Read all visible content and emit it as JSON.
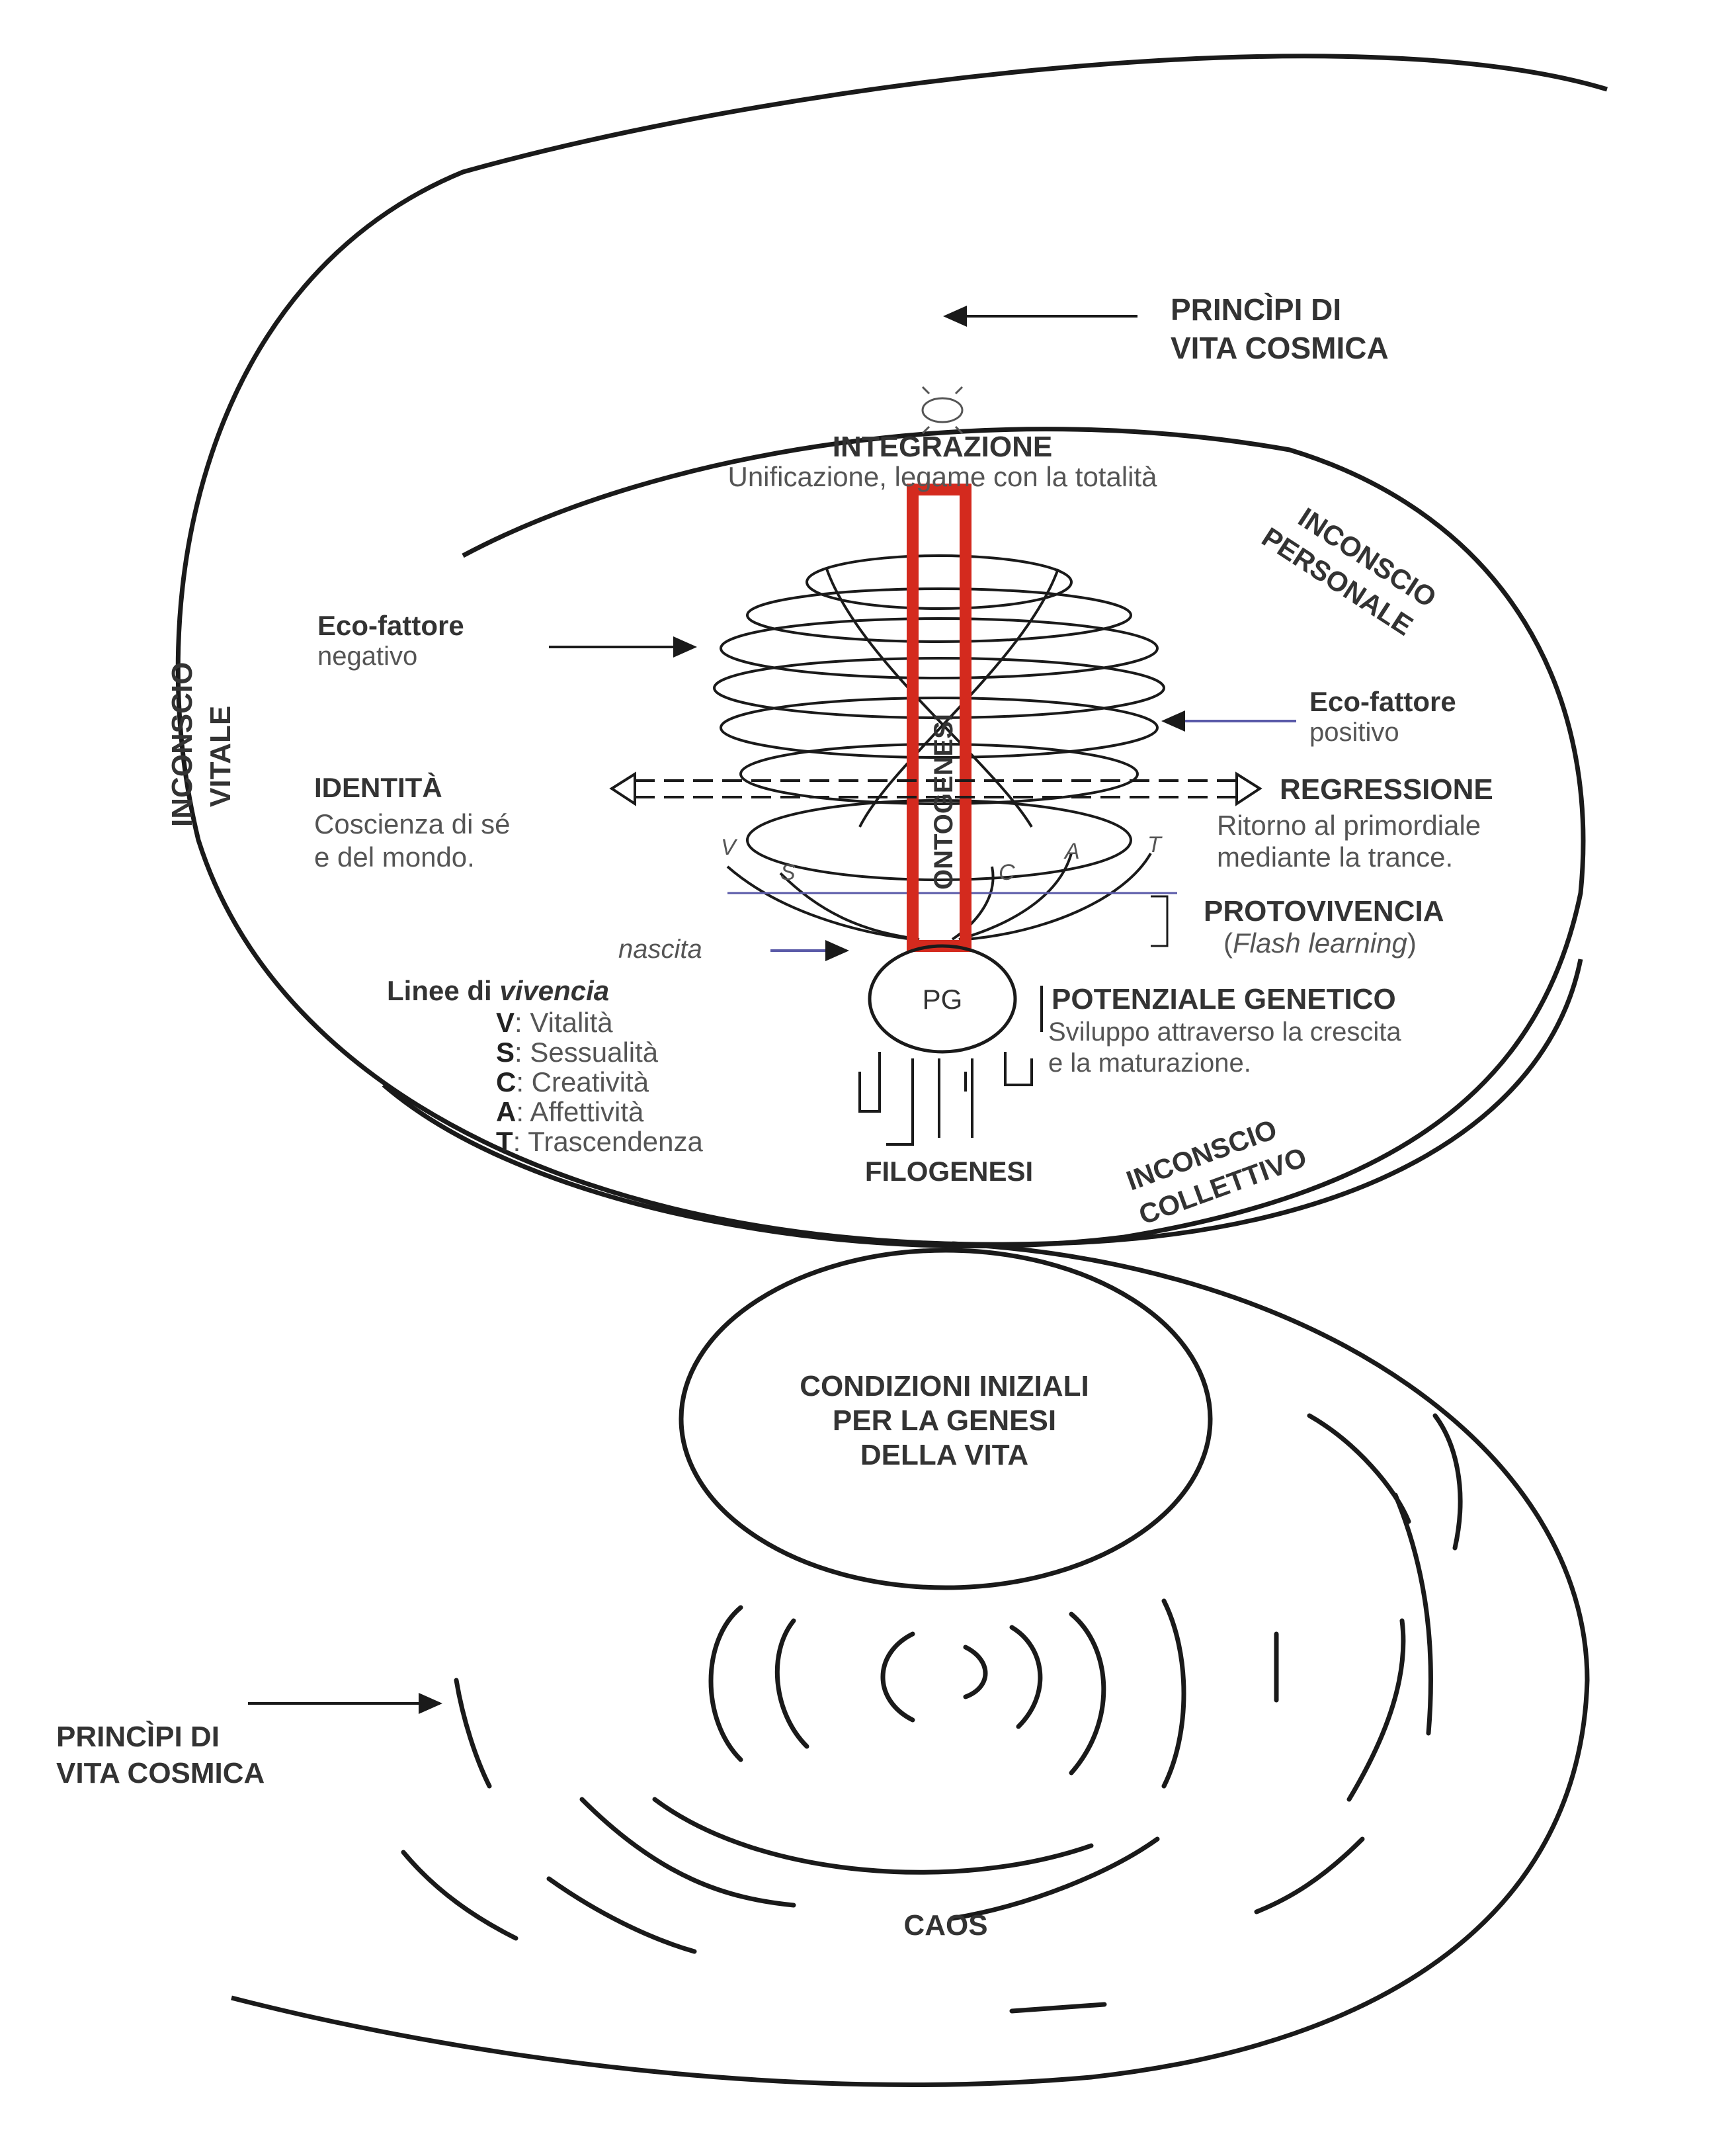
{
  "top_label": {
    "line1": "PRINCÌPI DI",
    "line2": "VITA COSMICA"
  },
  "bottom_label": {
    "line1": "PRINCÌPI DI",
    "line2": "VITA COSMICA"
  },
  "inconscio_vitale": {
    "line1": "INCONSCIO",
    "line2": "VITALE"
  },
  "inconscio_personale": {
    "line1": "INCONSCIO",
    "line2": "PERSONALE"
  },
  "inconscio_collettivo": {
    "line1": "INCONSCIO",
    "line2": "COLLETTIVO"
  },
  "integrazione": {
    "title": "INTEGRAZIONE",
    "subtitle": "Unificazione, legame con la totalità"
  },
  "eco_negativo": {
    "title": "Eco-fattore",
    "subtitle": "negativo"
  },
  "eco_positivo": {
    "title": "Eco-fattore",
    "subtitle": "positivo"
  },
  "identita": {
    "title": "IDENTITÀ",
    "line1": "Coscienza di sé",
    "line2": "e del mondo."
  },
  "regressione": {
    "title": "REGRESSIONE",
    "line1": "Ritorno al primordiale",
    "line2": "mediante la trance."
  },
  "ontogenesi": "ONTOGENESI",
  "protovivencia": {
    "title": "PROTOVIVENCIA",
    "open": "(",
    "italic": "Flash learning",
    "close": ")"
  },
  "nascita": "nascita",
  "curve_letters": [
    "V",
    "S",
    "C",
    "A",
    "T"
  ],
  "linee": {
    "title_plain": "Linee di ",
    "title_italic": "vivencia",
    "items": [
      {
        "key": "V",
        "text": ": Vitalità"
      },
      {
        "key": "S",
        "text": ": Sessualità"
      },
      {
        "key": "C",
        "text": ": Creatività"
      },
      {
        "key": "A",
        "text": ": Affettività"
      },
      {
        "key": "T",
        "text": ": Trascendenza"
      }
    ]
  },
  "pg": "PG",
  "potenziale": {
    "title": "POTENZIALE GENETICO",
    "line1": "Sviluppo attraverso la crescita",
    "line2": "e la maturazione."
  },
  "filogenesi": "FILOGENESI",
  "condizioni": {
    "line1": "CONDIZIONI INIZIALI",
    "line2": "PER LA GENESI",
    "line3": "DELLA VITA"
  },
  "caos": "CAOS",
  "colors": {
    "highlight": "#d42a1e",
    "ink": "#1a1a1a",
    "purple": "#5a5aa8"
  }
}
